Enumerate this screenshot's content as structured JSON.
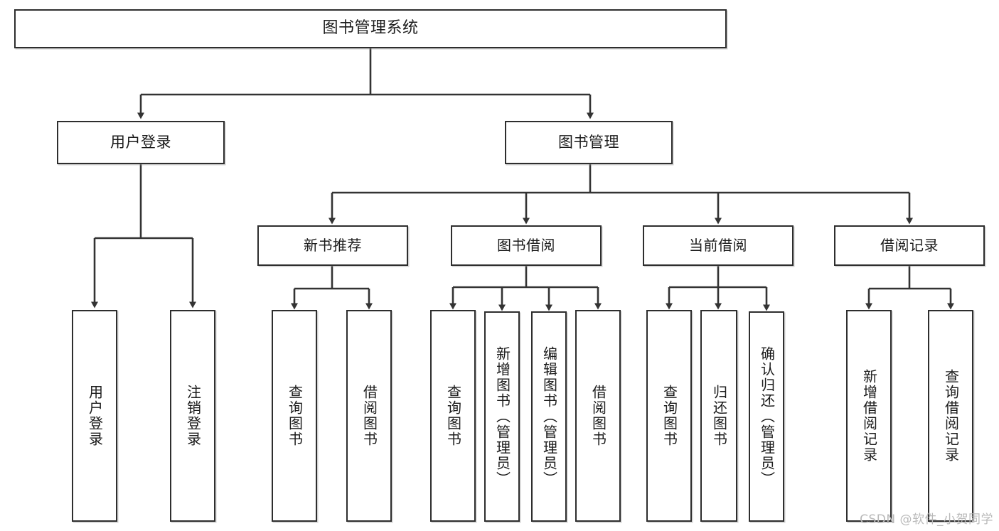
{
  "diagram": {
    "type": "hierarchy-tree",
    "title": "图书管理系统",
    "watermark": "CSDN @软件_小贺同学",
    "colors": {
      "background": "#ffffff",
      "box_border": "#2e2e2e",
      "connector": "#333333",
      "text": "#1b1b1b",
      "watermark": "#b9b9b9"
    },
    "nodes": {
      "root": {
        "label": "图书管理系统"
      },
      "level2": [
        {
          "label": "用户登录"
        },
        {
          "label": "图书管理"
        }
      ],
      "level3": [
        {
          "label": "新书推荐"
        },
        {
          "label": "图书借阅"
        },
        {
          "label": "当前借阅"
        },
        {
          "label": "借阅记录"
        }
      ],
      "leaves_user_login": [
        {
          "label": "用户登录"
        },
        {
          "label": "注销登录"
        }
      ],
      "leaves_new_books": [
        {
          "label": "查询图书"
        },
        {
          "label": "借阅图书"
        }
      ],
      "leaves_borrow": [
        {
          "label": "查询图书"
        },
        {
          "label": "新增图书（管理员）"
        },
        {
          "label": "编辑图书（管理员）"
        },
        {
          "label": "借阅图书"
        }
      ],
      "leaves_current": [
        {
          "label": "查询图书"
        },
        {
          "label": "归还图书"
        },
        {
          "label": "确认归还（管理员）"
        }
      ],
      "leaves_records": [
        {
          "label": "新增借阅记录"
        },
        {
          "label": "查询借阅记录"
        }
      ]
    }
  }
}
